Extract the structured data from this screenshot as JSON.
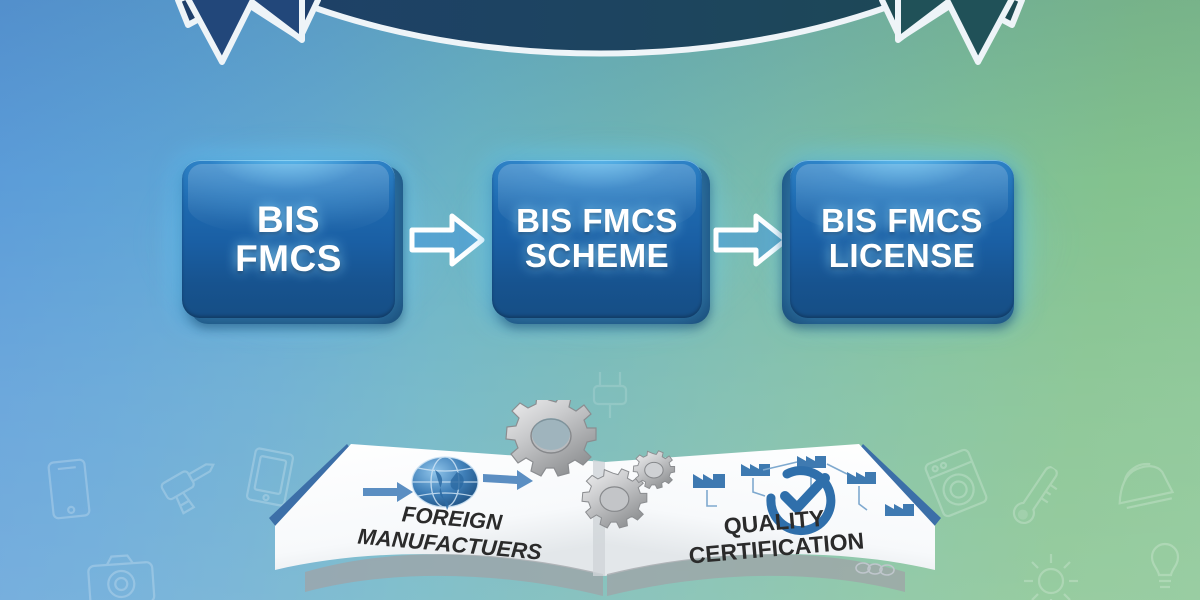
{
  "background": {
    "gradient_start": "#5b9bd9",
    "gradient_mid": "#6fb0b8",
    "gradient_end": "#86c491",
    "watermark_icons": [
      "smartphone-icon",
      "drill-icon",
      "tablet-icon",
      "camera-icon",
      "washing-machine-icon",
      "kettle-icon",
      "thermometer-icon",
      "iron-icon",
      "sun-icon",
      "lamp-icon",
      "plug-icon"
    ]
  },
  "ribbon": {
    "name": "decorative-ribbon-banner",
    "left_tail_color": "#1e3f6b",
    "right_tail_color": "#1d4a52",
    "outline_color": "#eef4f8"
  },
  "flow": {
    "steps": [
      {
        "id": "bis-fmcs",
        "lines": [
          "BIS",
          "FMCS"
        ]
      },
      {
        "id": "bis-fmcs-scheme",
        "lines": [
          "BIS FMCS",
          "SCHEME"
        ]
      },
      {
        "id": "bis-fmcs-license",
        "lines": [
          "BIS FMCS",
          "LICENSE"
        ]
      }
    ],
    "arrow_label": "right-arrow",
    "box_color_top": "#2a79bd",
    "box_color_bottom": "#164e85",
    "glow_color": "#5ac8ff",
    "text_color": "#ffffff"
  },
  "book": {
    "left_page": {
      "title_line1": "FOREIGN",
      "title_line2": "MANUFACTUERS",
      "icon": "globe-icon",
      "arrows": [
        "arrow-in",
        "arrow-out"
      ]
    },
    "right_page": {
      "title_line1": "QUALITY",
      "title_line2": "CERTIFICATION",
      "icon": "checkmark-circle-icon",
      "diagram_nodes": [
        "factory-icon",
        "factory-icon",
        "factory-icon",
        "factory-icon",
        "factory-icon"
      ]
    },
    "gears": [
      "gear-large",
      "gear-medium",
      "gear-small"
    ],
    "page_color": "#ffffff",
    "cover_color": "#3c6fa8"
  }
}
